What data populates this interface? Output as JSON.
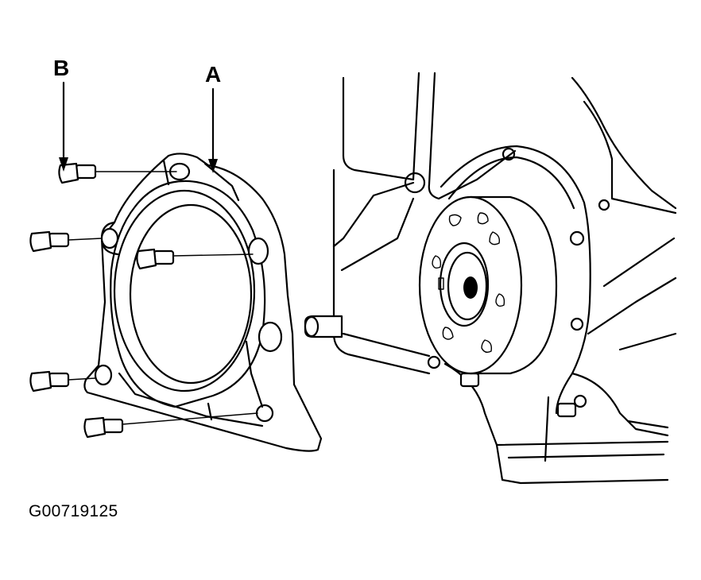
{
  "labels": {
    "a": "A",
    "b": "B"
  },
  "figure_id": "G00719125"
}
